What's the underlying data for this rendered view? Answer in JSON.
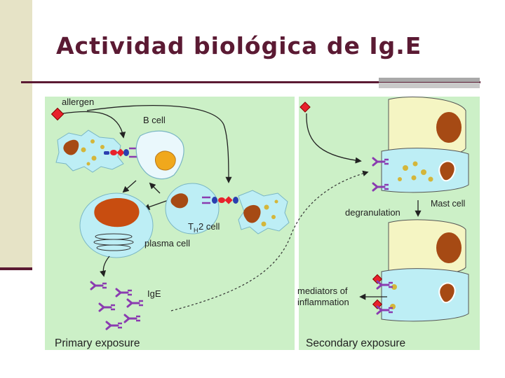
{
  "slide": {
    "title": "Actividad biológica de Ig.E"
  },
  "figure": {
    "labels": {
      "allergen": "allergen",
      "b_cell": "B cell",
      "th2_cell_main": "T",
      "th2_cell_sub": "H",
      "th2_cell_tail": "2 cell",
      "plasma_cell": "plasma cell",
      "ige": "IgE",
      "primary_exposure": "Primary exposure",
      "degranulation": "degranulation",
      "mast_cell": "Mast cell",
      "mediators_line1": "mediators of",
      "mediators_line2": "inflammation",
      "secondary_exposure": "Secondary exposure"
    },
    "colors": {
      "panel_bg": "#ccf0c7",
      "cell_blue": "#bdeef5",
      "nucleus_brown": "#a64a14",
      "ige_purple": "#8a3bb0",
      "allergen_red": "#e8212b",
      "mast_yellow": "#f5f5c3"
    }
  }
}
